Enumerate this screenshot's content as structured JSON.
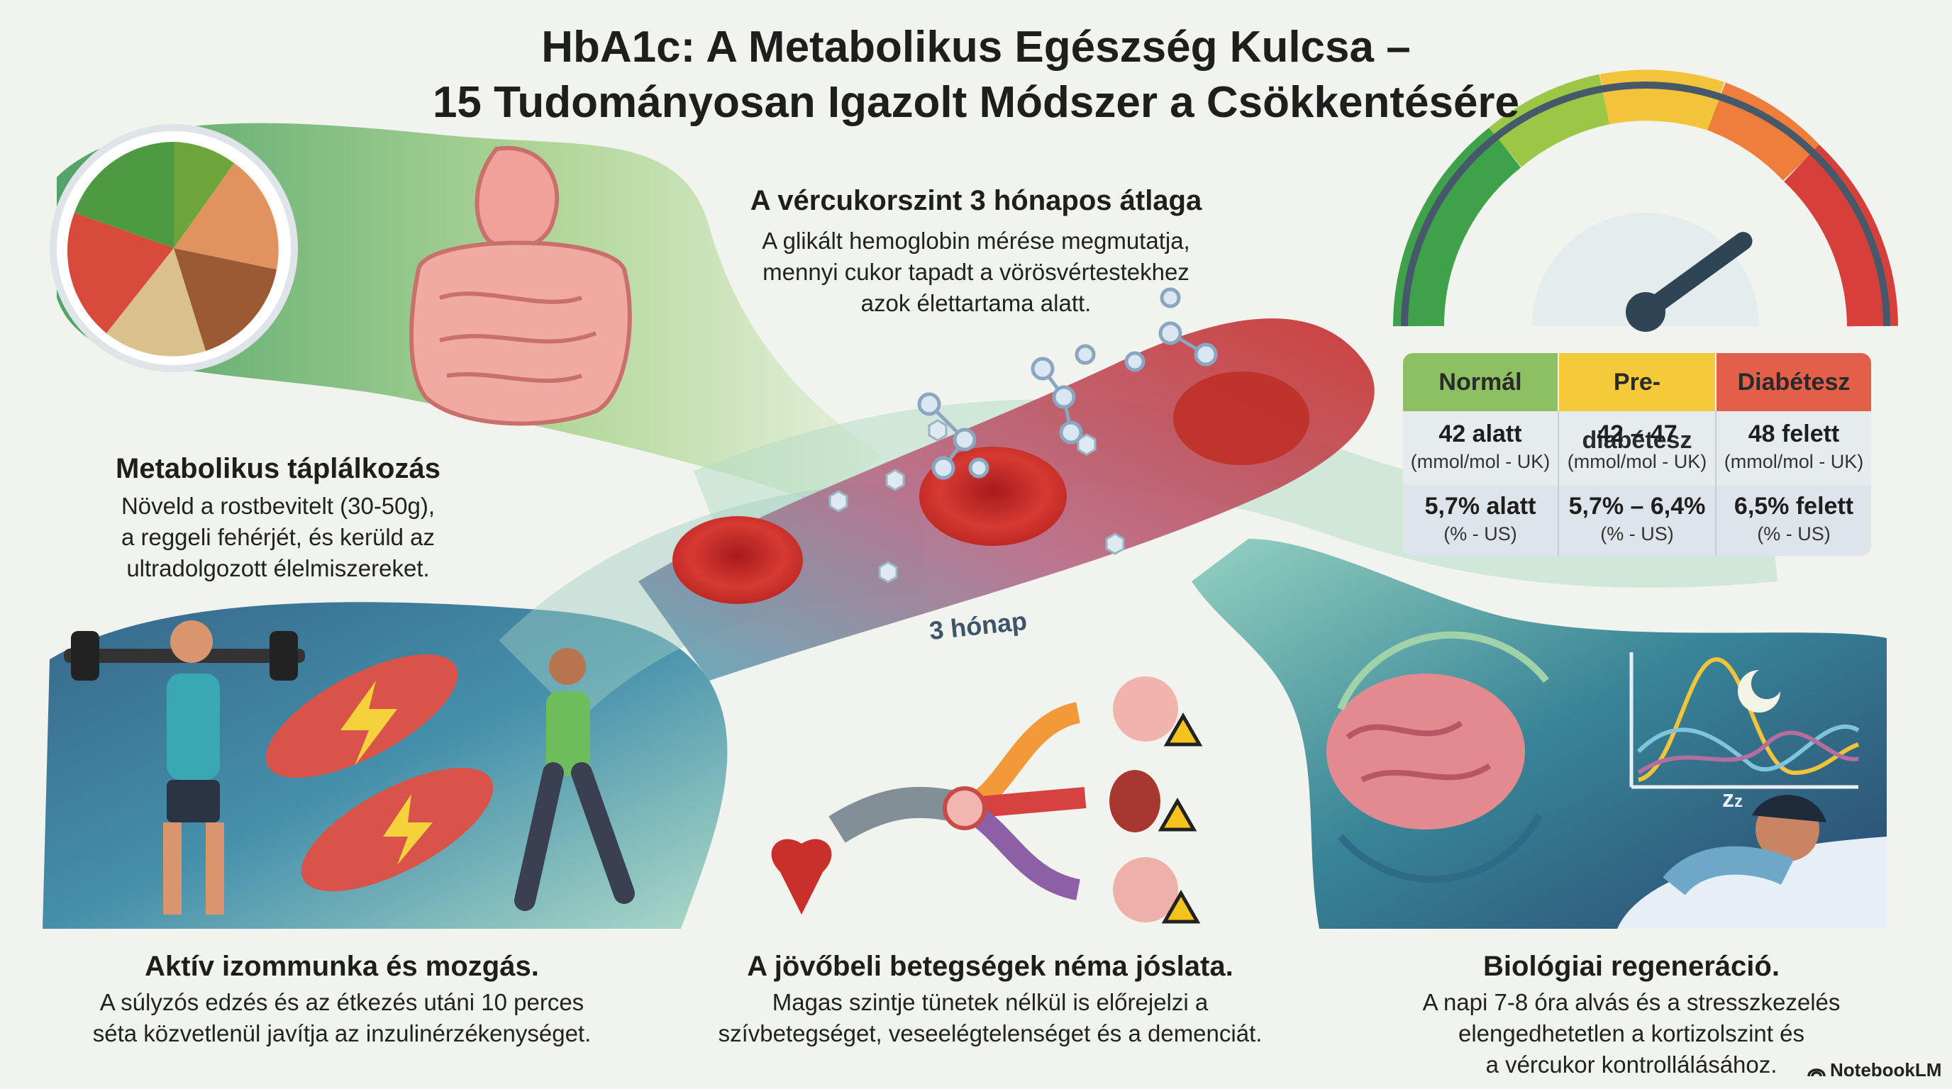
{
  "title": {
    "line1": "HbA1c: A Metabolikus Egészség Kulcsa –",
    "line2": "15 Tudományosan Igazolt Módszer a Csökkentésére"
  },
  "center_top": {
    "heading": "A vércukorszint 3 hónapos átlaga",
    "lines": [
      "A glikált hemoglobin mérése megmutatja,",
      "mennyi cukor tapadt a vörösvértestekhez",
      "azok élettartama alatt."
    ]
  },
  "timeline_label": "3 hónap",
  "nutrition": {
    "heading": "Metabolikus táplálkozás",
    "lines": [
      "Növeld a rostbevitelt (30-50g),",
      "a reggeli fehérjét, és kerüld az",
      "ultradolgozott élelmiszereket."
    ]
  },
  "exercise": {
    "heading": "Aktív izommunka és mozgás.",
    "lines": [
      "A súlyzós edzés és az étkezés utáni 10 perces",
      "séta közvetlenül javítja az inzulinérzékenységet."
    ]
  },
  "prediction": {
    "heading": "A jövőbeli betegségek néma jóslata.",
    "lines": [
      "Magas szintje tünetek nélkül is előrejelzi a",
      "szívbetegséget, veseelégtelenséget és a demenciát."
    ]
  },
  "regeneration": {
    "heading": "Biológiai regeneráció.",
    "lines": [
      "A napi 7-8 óra alvás és a stresszkezelés",
      "elengedhetetlen a kortizolszint és",
      "a vércukor kontrollálásához."
    ]
  },
  "ranges": {
    "columns": [
      {
        "label": "Normál",
        "color": "#8cc063",
        "mmol": "42 alatt",
        "mmol_unit": "(mmol/mol - UK)",
        "pct": "5,7% alatt",
        "pct_unit": "(% - US)"
      },
      {
        "label": "Pre-diabétesz",
        "color": "#f4c93a",
        "mmol": "42 – 47",
        "mmol_unit": "(mmol/mol - UK)",
        "pct": "5,7% – 6,4%",
        "pct_unit": "(% - US)"
      },
      {
        "label": "Diabétesz",
        "color": "#e2604a",
        "mmol": "48 felett",
        "mmol_unit": "(mmol/mol - UK)",
        "pct": "6,5% felett",
        "pct_unit": "(% - US)"
      }
    ]
  },
  "gauge": {
    "level": 0.8,
    "colors": [
      "#3fa24a",
      "#9cc645",
      "#f3c43a",
      "#ef7d3b",
      "#d63f3a"
    ]
  },
  "sleep_icon": "zzz-icon",
  "brand": "NotebookLM"
}
